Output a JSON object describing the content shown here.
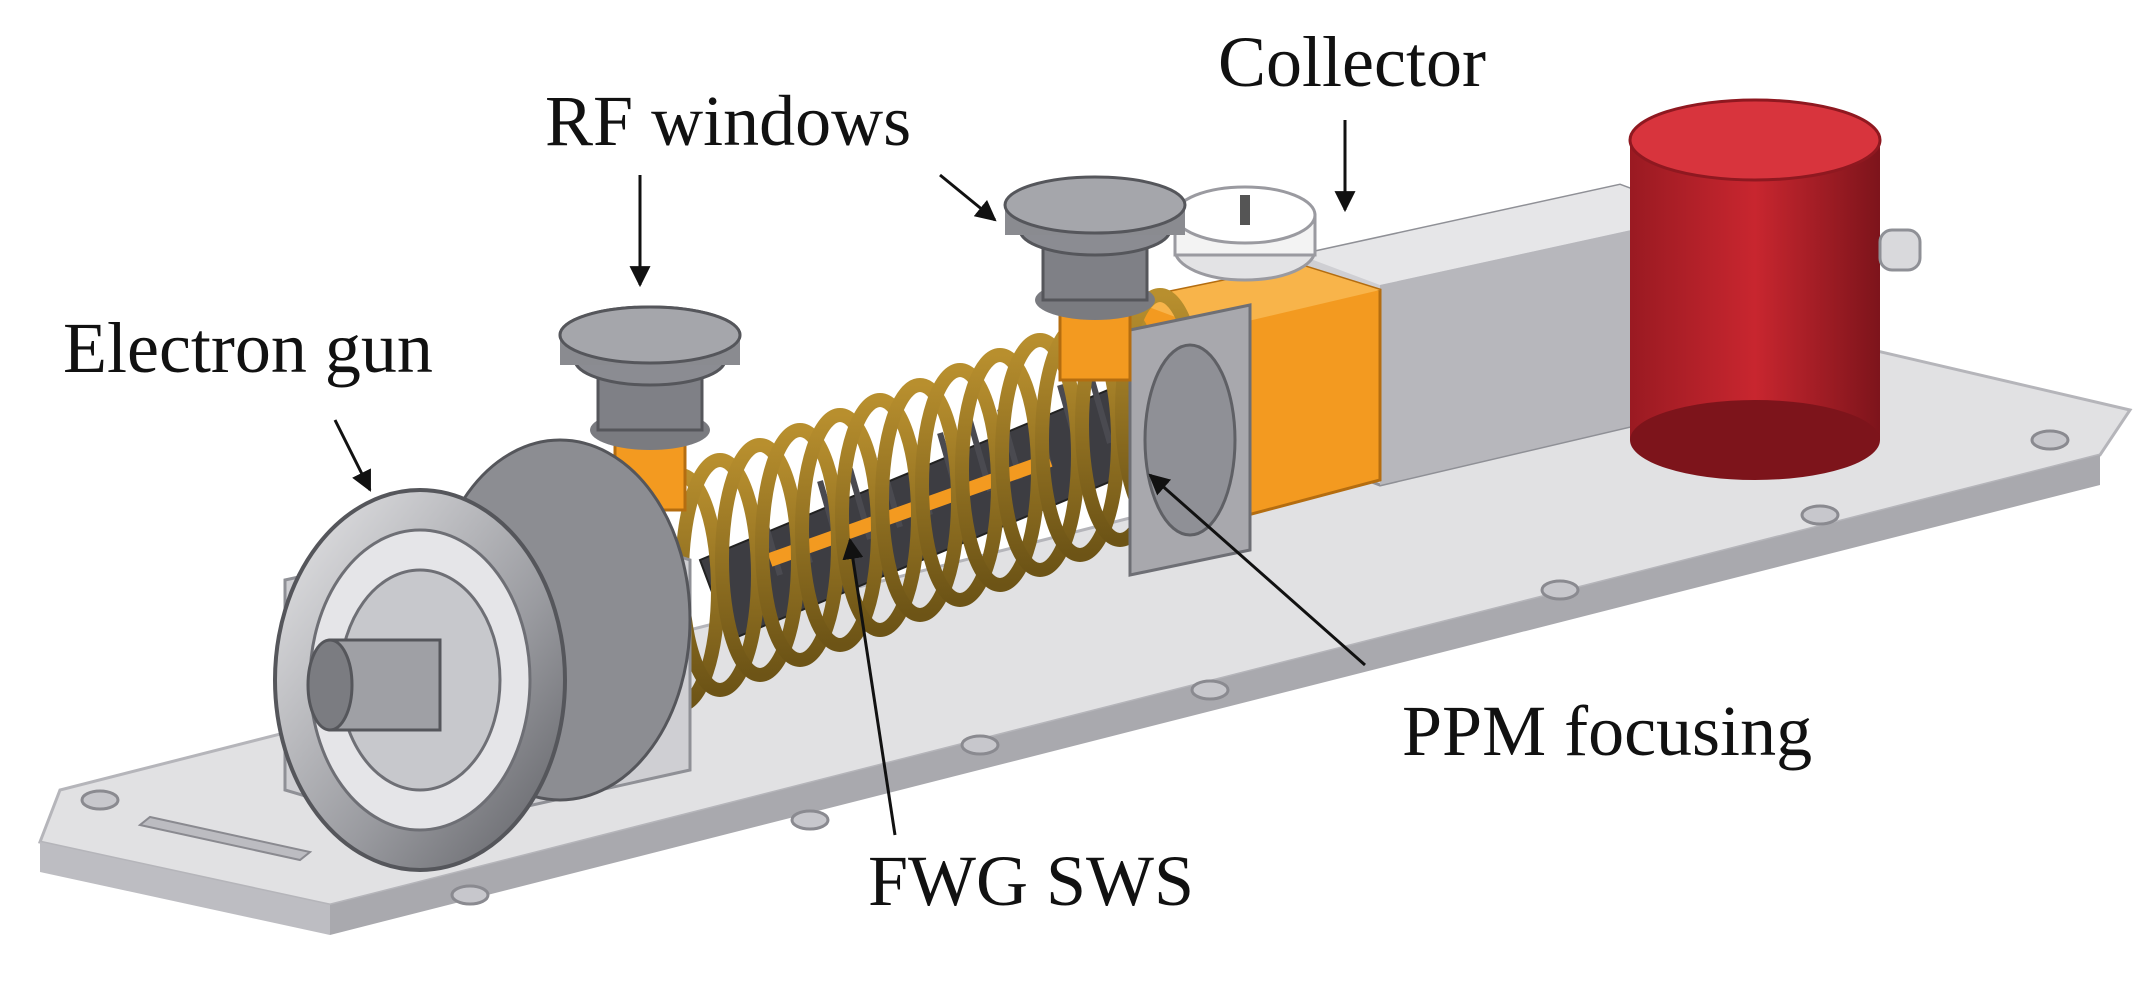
{
  "labels": {
    "electron_gun": "Electron gun",
    "rf_windows": "RF windows",
    "collector": "Collector",
    "ppm_focusing": "PPM focusing",
    "fwg_sws": "FWG SWS"
  },
  "colors": {
    "base_plate": "#d9d9dc",
    "base_plate_shadow": "#b9b9be",
    "metal_gray": "#8f9096",
    "dark_gray": "#6e6f75",
    "orange": "#f39a20",
    "brass": "#9c7a2a",
    "brass_dark": "#6f5517",
    "red_cylinder": "#c0222e",
    "red_cylinder_dark": "#8f1820",
    "white_ceramic": "#f1f1f1",
    "arrow": "#111111"
  }
}
